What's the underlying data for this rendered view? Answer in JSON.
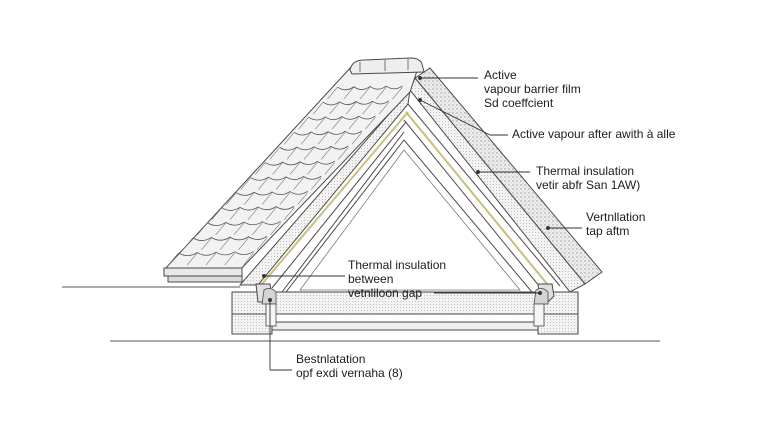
{
  "labels": {
    "top_right": [
      "Active",
      "vapour barrier film",
      "Sd coeffcient"
    ],
    "vapour": [
      "Active vapour after awith à alle"
    ],
    "thermal_right": [
      "Thermal insulation",
      "vetir abfr San 1AW)"
    ],
    "ventilation_right": [
      "Vertnllation",
      "tap aftm"
    ],
    "thermal_center": [
      "Thermal insulation",
      "between",
      "vetnliloon gap"
    ],
    "bottom": [
      "Bestnlatation",
      "opf exdi vernaha (8)"
    ]
  },
  "colors": {
    "line": "#4a4a4a",
    "tile_fill": "#f2f2f2",
    "insulation_fill": "#e6e6e6",
    "yellow_film": "#e8e0a8",
    "dot_fill": "#d6d6d6"
  }
}
